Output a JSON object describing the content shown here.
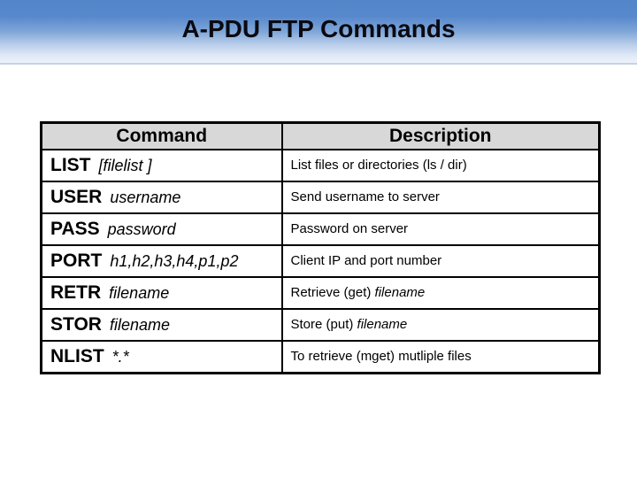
{
  "slide_title": "A-PDU FTP Commands",
  "table": {
    "headers": {
      "command": "Command",
      "description": "Description"
    },
    "rows": [
      {
        "command": "LIST",
        "argument": "[filelist ]",
        "description": "List files or directories (ls / dir)",
        "description_italic": ""
      },
      {
        "command": "USER",
        "argument": "username",
        "description": "Send username to server",
        "description_italic": ""
      },
      {
        "command": "PASS",
        "argument": "password",
        "description": "Password on server",
        "description_italic": ""
      },
      {
        "command": "PORT",
        "argument": "h1,h2,h3,h4,p1,p2",
        "description": "Client IP and port number",
        "description_italic": ""
      },
      {
        "command": "RETR",
        "argument": "filename",
        "description": "Retrieve (get) ",
        "description_italic": "filename"
      },
      {
        "command": "STOR",
        "argument": "filename",
        "description": "Store (put) ",
        "description_italic": "filename"
      },
      {
        "command": "NLIST",
        "argument": "*.*",
        "description": "To retrieve (mget) mutliple files",
        "description_italic": ""
      }
    ]
  },
  "colors": {
    "banner_gradient_top": "#5285c9",
    "banner_gradient_bottom": "#edf2fb",
    "banner_edge_line": "#c6d1e2",
    "title_text": "#0a0a12",
    "header_cell_background": "#d8d8d8",
    "table_border": "#000000",
    "body_background": "#ffffff"
  }
}
